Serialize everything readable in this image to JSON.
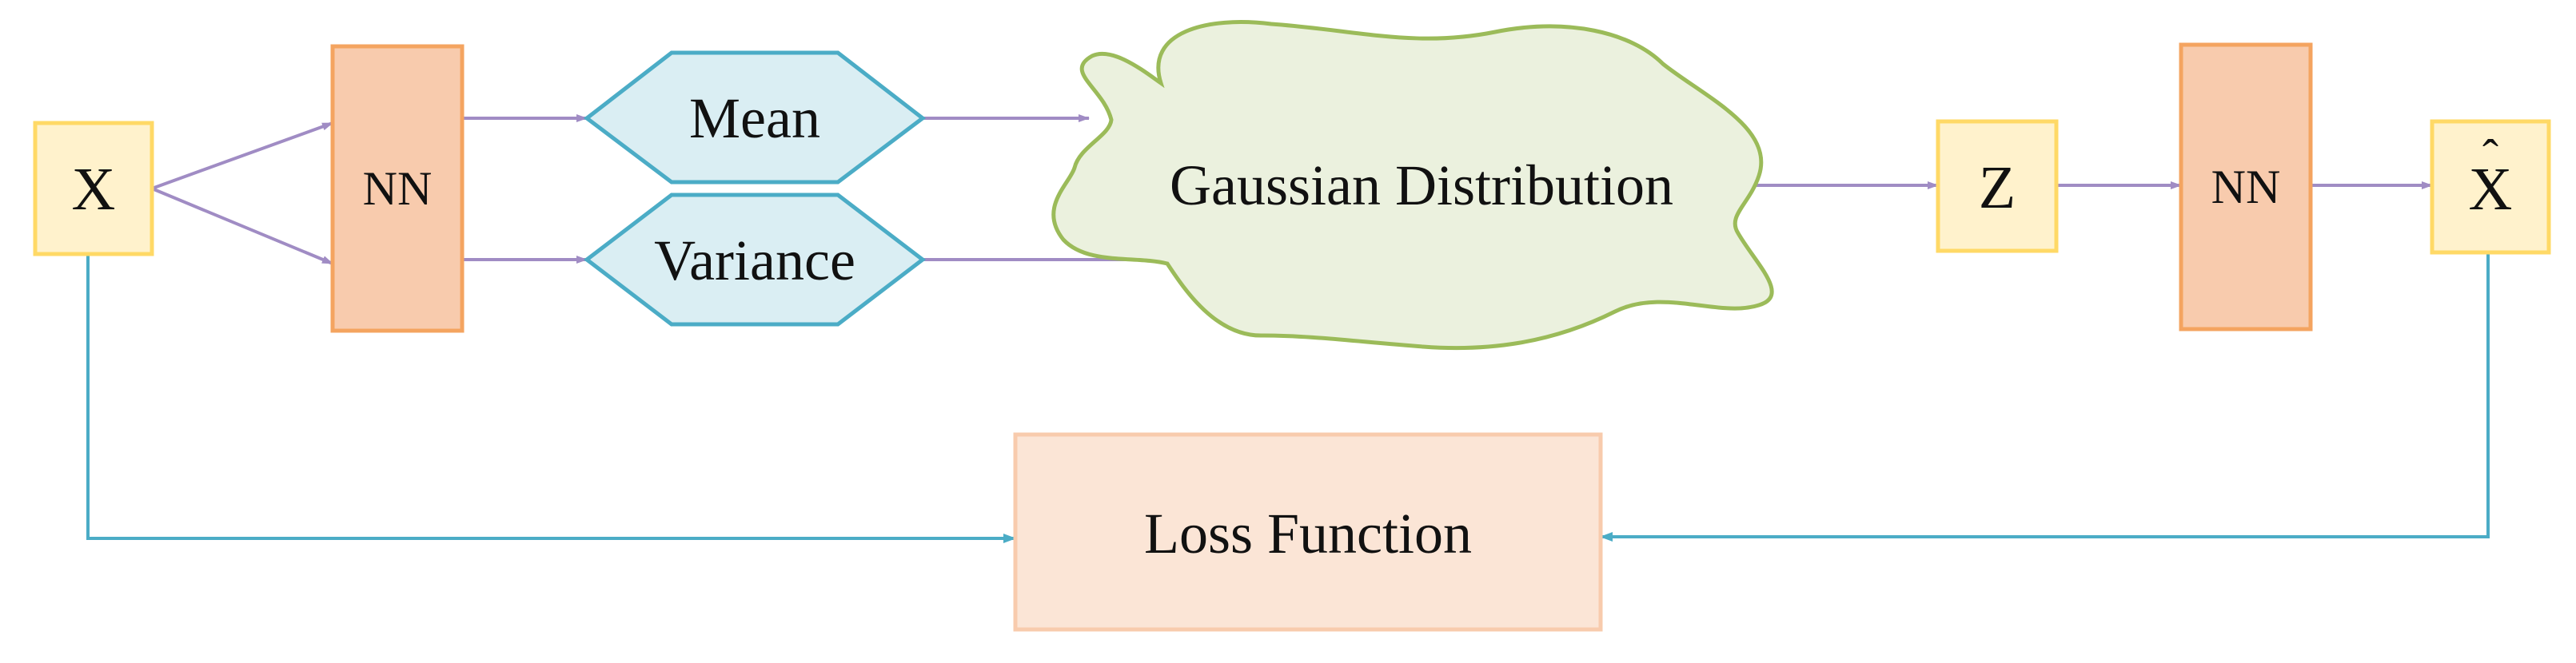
{
  "nodes": {
    "input": {
      "label": "X"
    },
    "encoder": {
      "label": "NN"
    },
    "mean": {
      "label": "Mean"
    },
    "variance": {
      "label": "Variance"
    },
    "distribution": {
      "label": "Gaussian Distribution"
    },
    "latent": {
      "label": "Z"
    },
    "decoder": {
      "label": "NN"
    },
    "output": {
      "label": "X",
      "accent": "ˆ"
    },
    "loss": {
      "label": "Loss Function"
    }
  },
  "colors": {
    "input_fill": "#FFF2CC",
    "input_stroke": "#FFD966",
    "nn_fill": "#F8CBAD",
    "nn_stroke": "#F4A460",
    "hex_fill": "#DAEEF3",
    "hex_stroke": "#4BACC6",
    "cloud_fill": "#EBF1DE",
    "cloud_stroke": "#9BBB59",
    "loss_fill": "#FBE5D6",
    "loss_stroke": "#F8CBAD",
    "flow_arrow": "#A08CC4",
    "loss_arrow": "#4BACC6"
  }
}
